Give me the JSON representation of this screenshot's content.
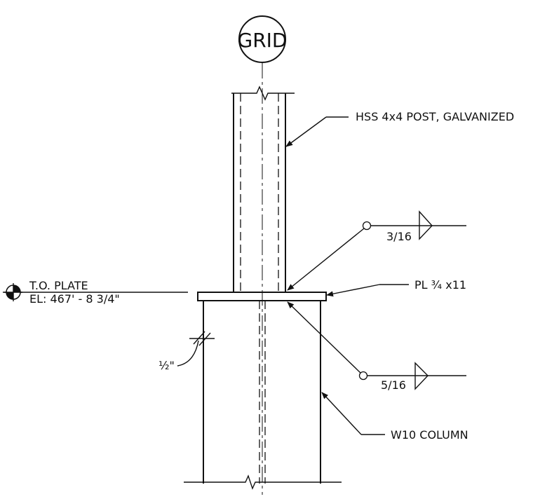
{
  "grid": {
    "label": "GRID"
  },
  "labels": {
    "post": "HSS  4x4 POST, GALVANIZED",
    "weld_top": "3/16",
    "plate": "PL ¾ x11",
    "weld_bottom": "5/16",
    "column": "W10 COLUMN",
    "to_plate": "T.O. PLATE",
    "elevation": "EL: 467' - 8 3/4\"",
    "offset": "½\""
  }
}
